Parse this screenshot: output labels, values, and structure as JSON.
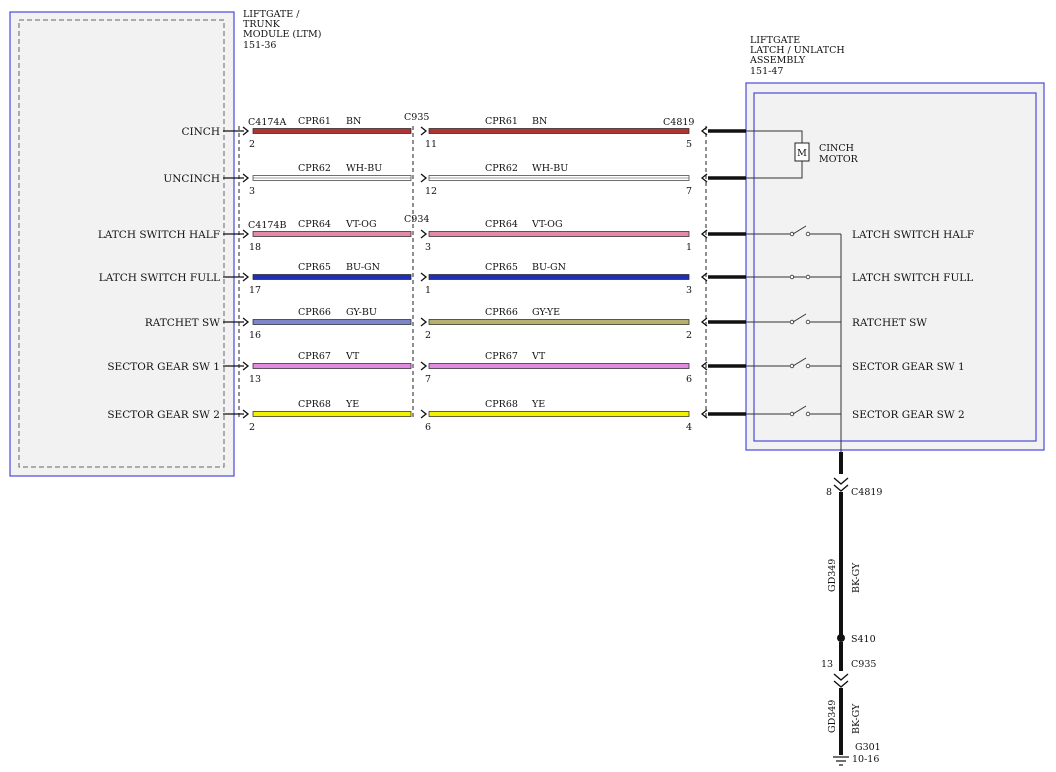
{
  "ltm": {
    "title_lines": [
      "LIFTGATE /",
      "TRUNK",
      "MODULE (LTM)",
      "151-36"
    ]
  },
  "assembly": {
    "title_lines": [
      "LIFTGATE",
      "LATCH / UNLATCH",
      "ASSEMBLY",
      "151-47"
    ]
  },
  "motor": {
    "symbol": "M",
    "label_lines": [
      "CINCH",
      "MOTOR"
    ]
  },
  "connectors": {
    "ltm_a": "C4174A",
    "ltm_b": "C4174B",
    "inline_a": "C935",
    "inline_b": "C934",
    "latch": "C4819"
  },
  "circuits": [
    {
      "ltm_label": "CINCH",
      "ltm_pin": "2",
      "circuit": "CPR61",
      "color_code": "BN",
      "inline_pin": "11",
      "latch_pin": "5",
      "color_left": "#b03434",
      "color_right": "#b03434",
      "stripe": "",
      "white": false
    },
    {
      "ltm_label": "UNCINCH",
      "ltm_pin": "3",
      "circuit": "CPR62",
      "color_code": "WH-BU",
      "inline_pin": "12",
      "latch_pin": "7",
      "color_left": "#ffffff",
      "color_right": "#ffffff",
      "stripe": "#3a3adc",
      "white": true
    },
    {
      "ltm_label": "LATCH SWITCH HALF",
      "ltm_pin": "18",
      "circuit": "CPR64",
      "color_code": "VT-OG",
      "inline_pin": "3",
      "latch_pin": "1",
      "color_left": "#e48aa6",
      "color_right": "#e48aa6",
      "stripe": "",
      "white": false,
      "right_label": "LATCH SWITCH HALF"
    },
    {
      "ltm_label": "LATCH SWITCH FULL",
      "ltm_pin": "17",
      "circuit": "CPR65",
      "color_code": "BU-GN",
      "inline_pin": "1",
      "latch_pin": "3",
      "color_left": "#1f2fb8",
      "color_right": "#1f2fb8",
      "stripe": "",
      "white": false,
      "right_label": "LATCH SWITCH FULL"
    },
    {
      "ltm_label": "RATCHET SW",
      "ltm_pin": "16",
      "circuit": "CPR66",
      "color_code": "GY-BU",
      "inline_pin": "2",
      "latch_pin": "2",
      "color_left": "#7c86c8",
      "color_right": "#b5b070",
      "stripe": "",
      "white": false,
      "right_label": "RATCHET SW",
      "right_circuit": "CPR66",
      "right_color_code": "GY-YE"
    },
    {
      "ltm_label": "SECTOR GEAR SW 1",
      "ltm_pin": "13",
      "circuit": "CPR67",
      "color_code": "VT",
      "inline_pin": "7",
      "latch_pin": "6",
      "color_left": "#e08ae0",
      "color_right": "#e08ae0",
      "stripe": "",
      "white": false,
      "right_label": "SECTOR GEAR SW 1"
    },
    {
      "ltm_label": "SECTOR GEAR SW 2",
      "ltm_pin": "2",
      "circuit": "CPR68",
      "color_code": "YE",
      "inline_pin": "6",
      "latch_pin": "4",
      "color_left": "#f2f200",
      "color_right": "#f2f200",
      "stripe": "",
      "white": false,
      "right_label": "SECTOR GEAR SW 2"
    }
  ],
  "ground": {
    "latch_pin": "8",
    "latch_connector": "C4819",
    "wire_1": "GD349",
    "color_1": "BK-GY",
    "splice": "S410",
    "inline_pin": "13",
    "inline_connector": "C935",
    "wire_2": "GD349",
    "color_2": "BK-GY",
    "ground_point": "G301",
    "ground_ref": "10-16"
  }
}
